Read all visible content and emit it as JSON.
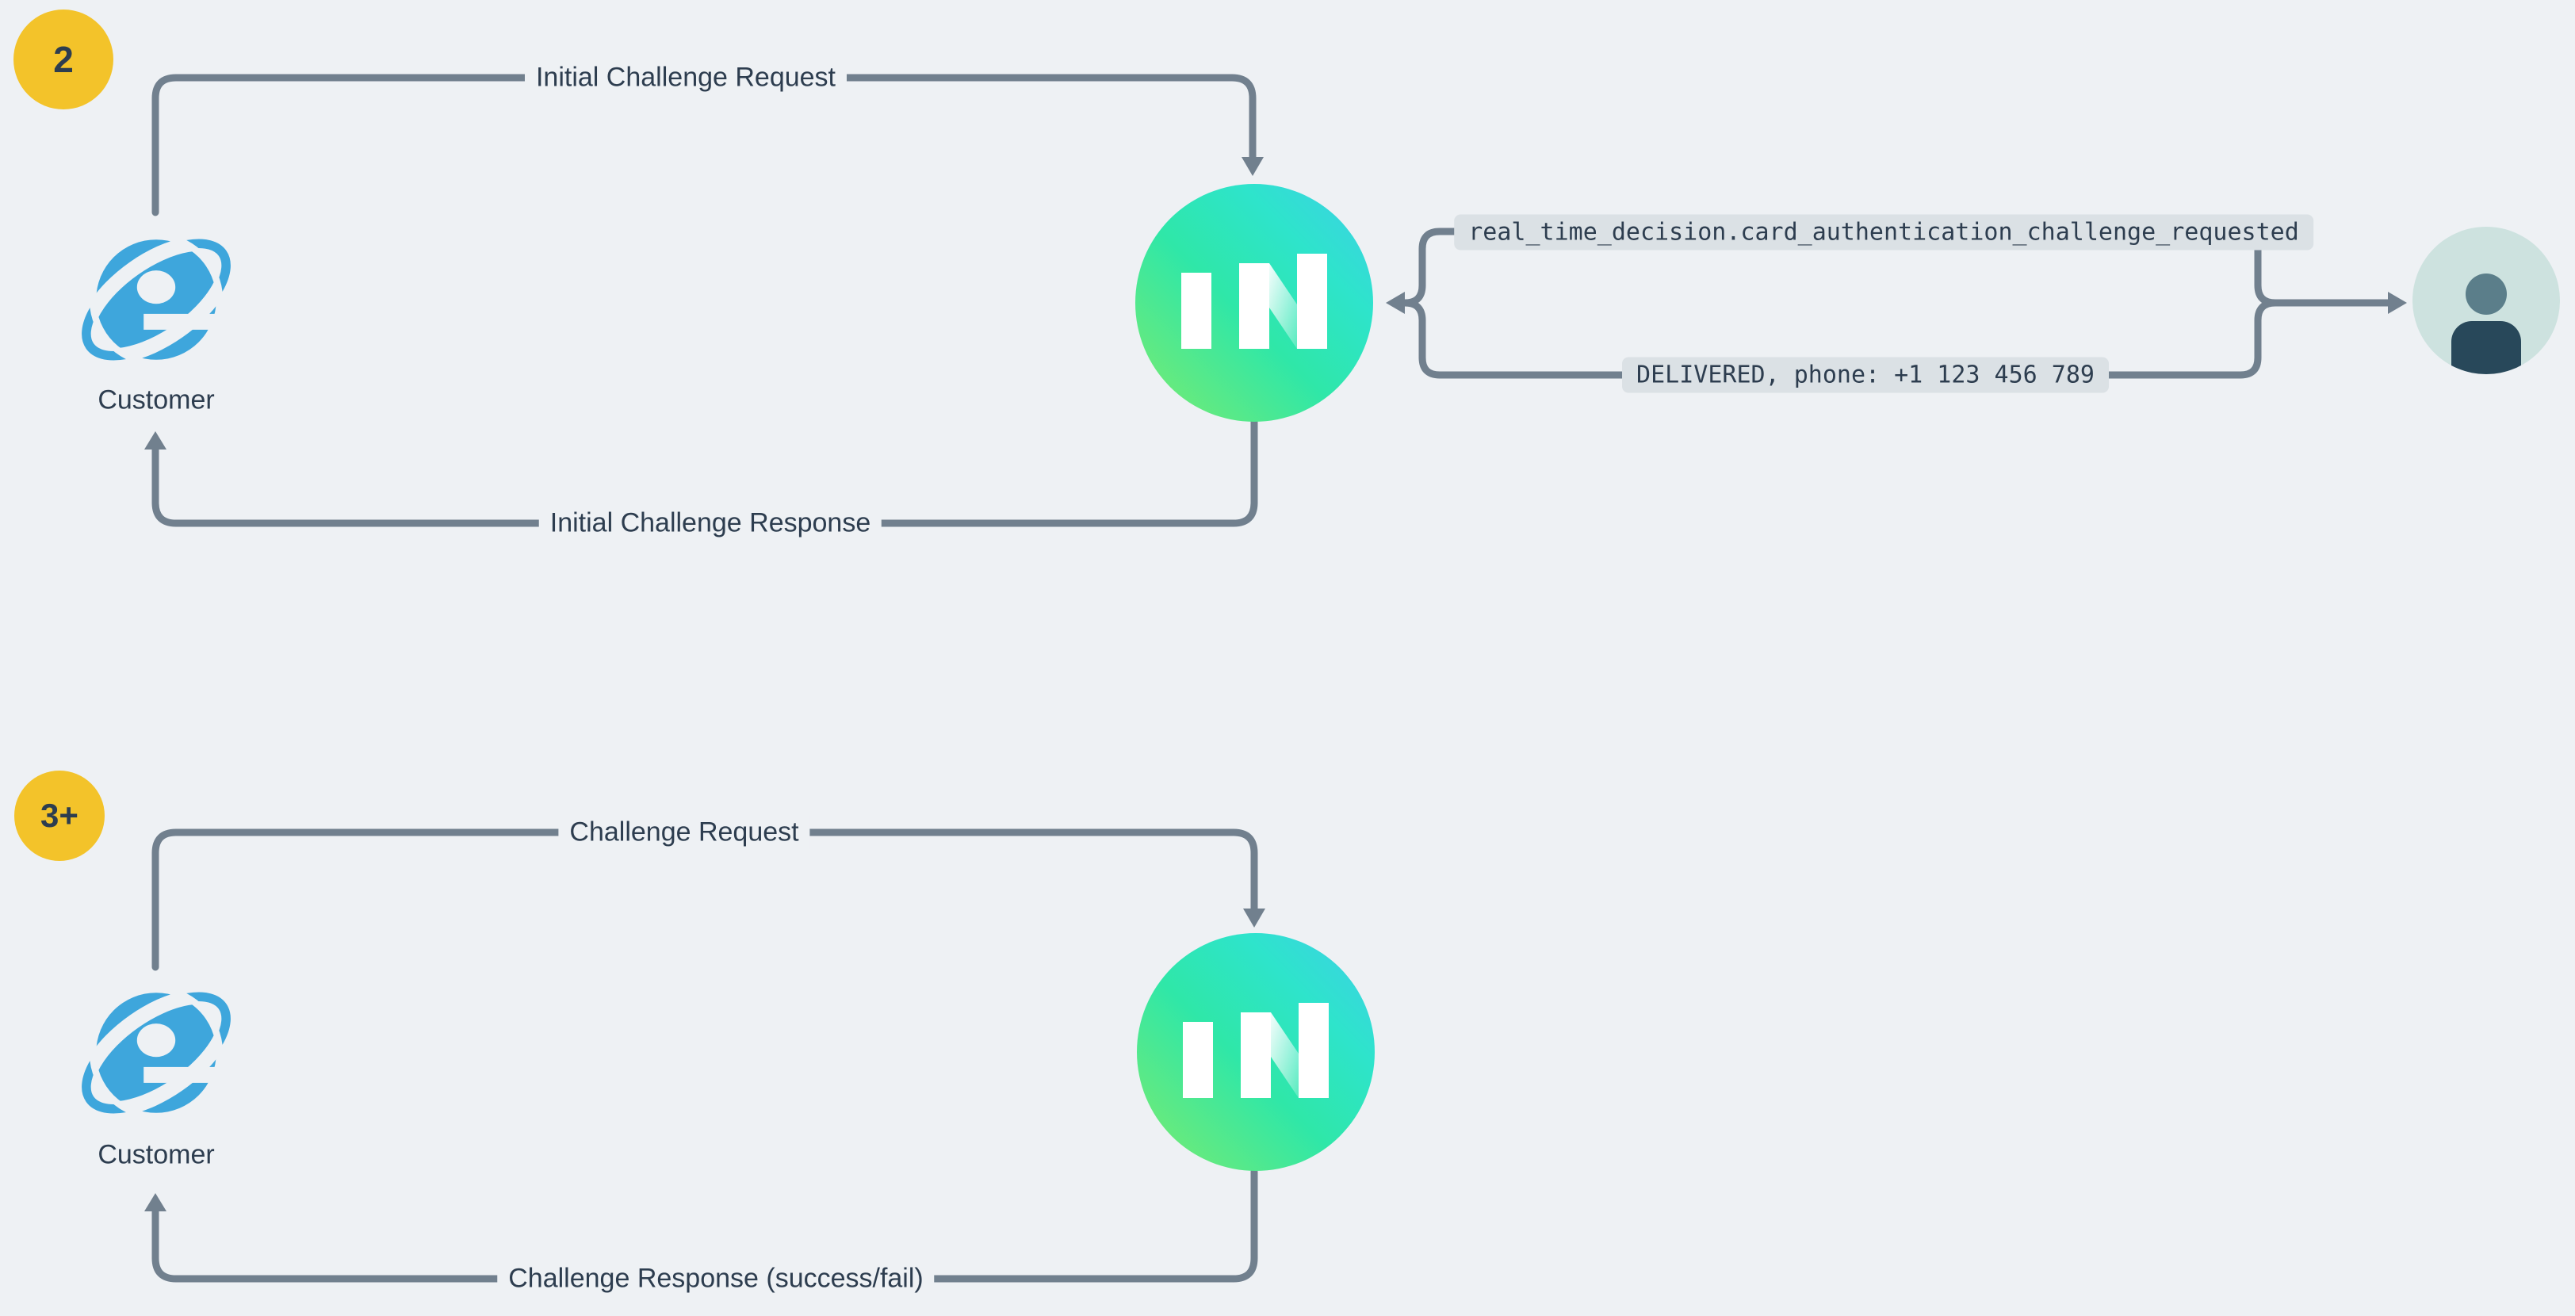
{
  "diagram": {
    "sections": [
      {
        "badge": "2",
        "customer": "Customer",
        "request": "Initial Challenge Request",
        "response": "Initial Challenge Response",
        "webhook_event": "real_time_decision.card_authentication_challenge_requested",
        "delivery_status": "DELIVERED, phone: +1 123 456 789"
      },
      {
        "badge": "3+",
        "customer": "Customer",
        "request": "Challenge Request",
        "response": "Challenge Response (success/fail)"
      }
    ],
    "colors": {
      "background": "#eef1f4",
      "line": "#71808e",
      "text": "#2d3d4f",
      "chip_background": "#dbe1e5",
      "badge_background": "#f3c32a",
      "ie_blue": "#3ea6dc",
      "person_background": "#cde2df",
      "person_head": "#5b7e8a",
      "person_body": "#28485a",
      "in_gradient_green": "#7eeb6c",
      "in_gradient_teal": "#2fe7b4",
      "in_gradient_cyan": "#3ecfe9"
    }
  }
}
